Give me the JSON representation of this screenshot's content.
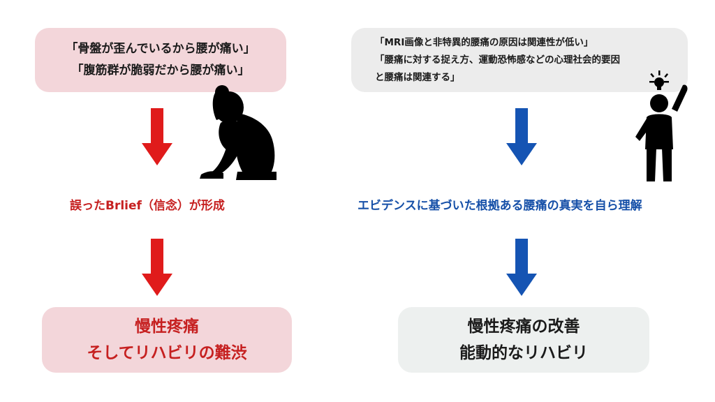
{
  "colors": {
    "left_accent": "#c62020",
    "left_arrow": "#e01b1b",
    "right_accent": "#1650a8",
    "right_arrow": "#1554b3",
    "left_box_bg": "#f3d6da",
    "right_box_bg": "#ececec",
    "text_dark": "#1a1a1a"
  },
  "left": {
    "belief_lines": [
      "「骨盤が歪んでいるから腰が痛い」",
      "「腹筋群が脆弱だから腰が痛い」"
    ],
    "middle_text": "誤ったBrlief（信念）が形成",
    "outcome_lines": [
      "慢性疼痛",
      "そしてリハビリの難渋"
    ],
    "figure_icon": "sad-sitting-woman-icon"
  },
  "right": {
    "evidence_lines": [
      "「MRI画像と非特異的腰痛の原因は関連性が低い」",
      "「腰痛に対する捉え方、運動恐怖感などの心理社会的要因",
      "と腰痛は関連する」"
    ],
    "middle_text": "エビデンスに基づいた根拠ある腰痛の真実を自ら理解",
    "outcome_lines": [
      "慢性疼痛の改善",
      "能動的なリハビリ"
    ],
    "figure_icon": "person-idea-lightbulb-icon"
  }
}
